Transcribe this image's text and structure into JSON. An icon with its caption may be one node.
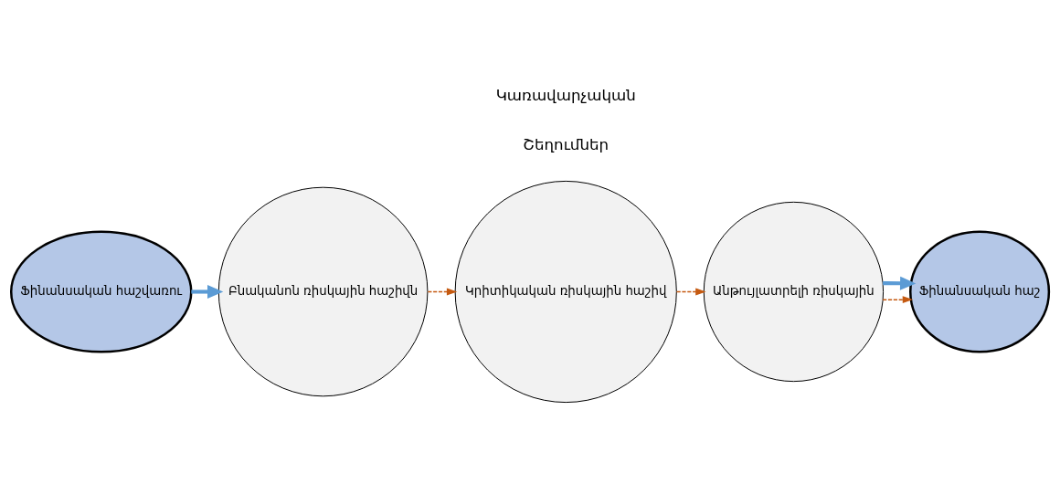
{
  "diagram": {
    "nodes": [
      {
        "text": [
          "Ֆինանսական հաշվառու"
        ]
      },
      {
        "text": [
          "Բնականոն ռիսկային հաշիվն"
        ]
      },
      {
        "text": [
          "Կրիտիկական ռիսկային հաշիվ"
        ]
      },
      {
        "text": [
          "Անթույլատրելի ռիսկային"
        ]
      },
      {
        "text": [
          "Ֆինանսական հաշ"
        ]
      }
    ],
    "edges": [
      {
        "from": 0,
        "to": 1,
        "arrow": "to",
        "style": "thick",
        "color": "#5b9bd5"
      },
      {
        "from": 1,
        "to": 2,
        "arrow": "to",
        "style": "dashed",
        "color": "#c55a11"
      },
      {
        "from": 2,
        "to": 3,
        "arrow": "to",
        "style": "dashed",
        "color": "#c55a11"
      },
      {
        "from": 3,
        "to": 4,
        "arrow": "to",
        "style": "dashed",
        "color": "#c55a11"
      },
      {
        "from": 3,
        "to": 4,
        "arrow": "to",
        "style": "thick",
        "color": "#5b9bd5"
      }
    ],
    "labels": [
      "Շեղումներ",
      "Կառավարչական"
    ]
  }
}
